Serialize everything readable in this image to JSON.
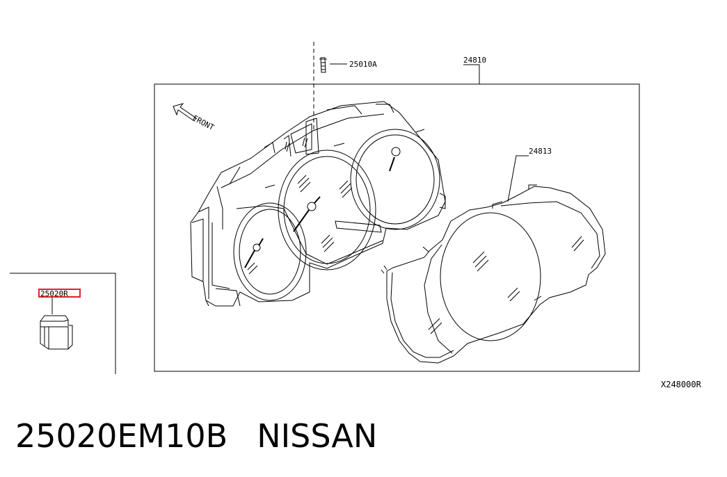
{
  "diagram": {
    "front_label": "FRONT",
    "callouts": {
      "screw": "25010A",
      "assembly": "24810",
      "cover": "24813",
      "part": "25020R"
    },
    "reference_code": "X248000R",
    "highlight_color": "#e0202a"
  },
  "caption": {
    "part_number": "25020EM10B",
    "brand": "NISSAN"
  }
}
